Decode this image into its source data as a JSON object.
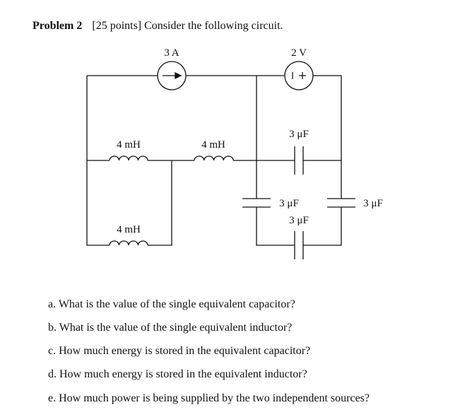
{
  "problem": {
    "label": "Problem 2",
    "text": "[25 points] Consider the following circuit."
  },
  "circuit": {
    "current_source": "3 A",
    "voltage_source": "2 V",
    "voltage_source_symbol": "| +",
    "inductors": [
      "4 mH",
      "4 mH",
      "4 mH"
    ],
    "capacitors": [
      "3 μF",
      "3 μF",
      "3 μF",
      "3 μF"
    ]
  },
  "questions": [
    "a.  What is the value of the single equivalent capacitor?",
    "b.  What is the value of the single equivalent inductor?",
    "c.  How much energy is stored in the equivalent capacitor?",
    "d.  How much energy is stored in the equivalent inductor?",
    "e.  How much power is being supplied by the two independent sources?"
  ]
}
